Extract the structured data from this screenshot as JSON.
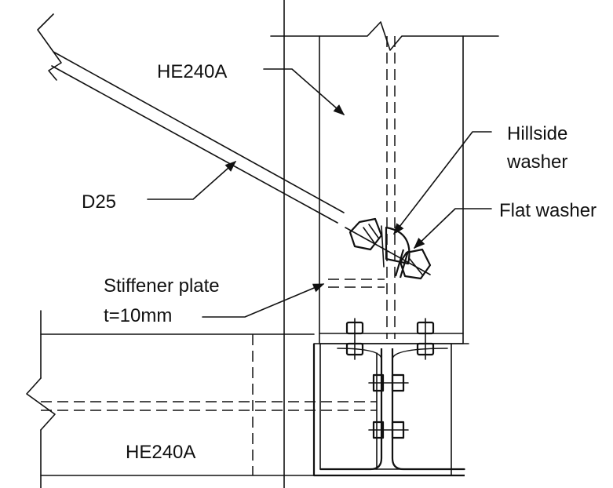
{
  "labels": {
    "column_section": "HE240A",
    "brace": "D25",
    "hillside_washer_line1": "Hillside",
    "hillside_washer_line2": "washer",
    "flat_washer": "Flat washer",
    "stiffener_line1": "Stiffener plate",
    "stiffener_line2": "t=10mm",
    "beam_section": "HE240A"
  }
}
